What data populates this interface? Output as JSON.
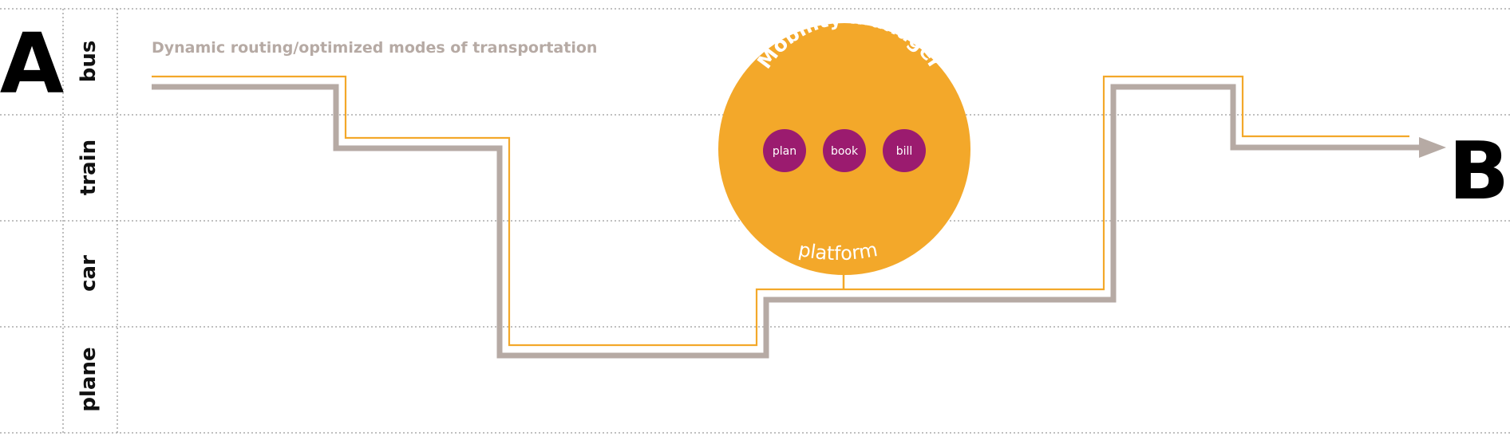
{
  "endpoints": {
    "start": "A",
    "end": "B"
  },
  "modes": [
    "bus",
    "train",
    "car",
    "plane"
  ],
  "route_title": "Dynamic routing/optimized modes of transportation",
  "platform": {
    "title": "Mobility manager",
    "subtitle": "platform",
    "services": [
      "plan",
      "book",
      "bill"
    ]
  },
  "colors": {
    "main_route": "#b6aaa4",
    "platform_route": "#f3a82a",
    "platform_circle": "#f3a82a",
    "service_circle": "#9b1b6f",
    "gridline": "#9a9a9a",
    "text_dark": "#111111"
  }
}
